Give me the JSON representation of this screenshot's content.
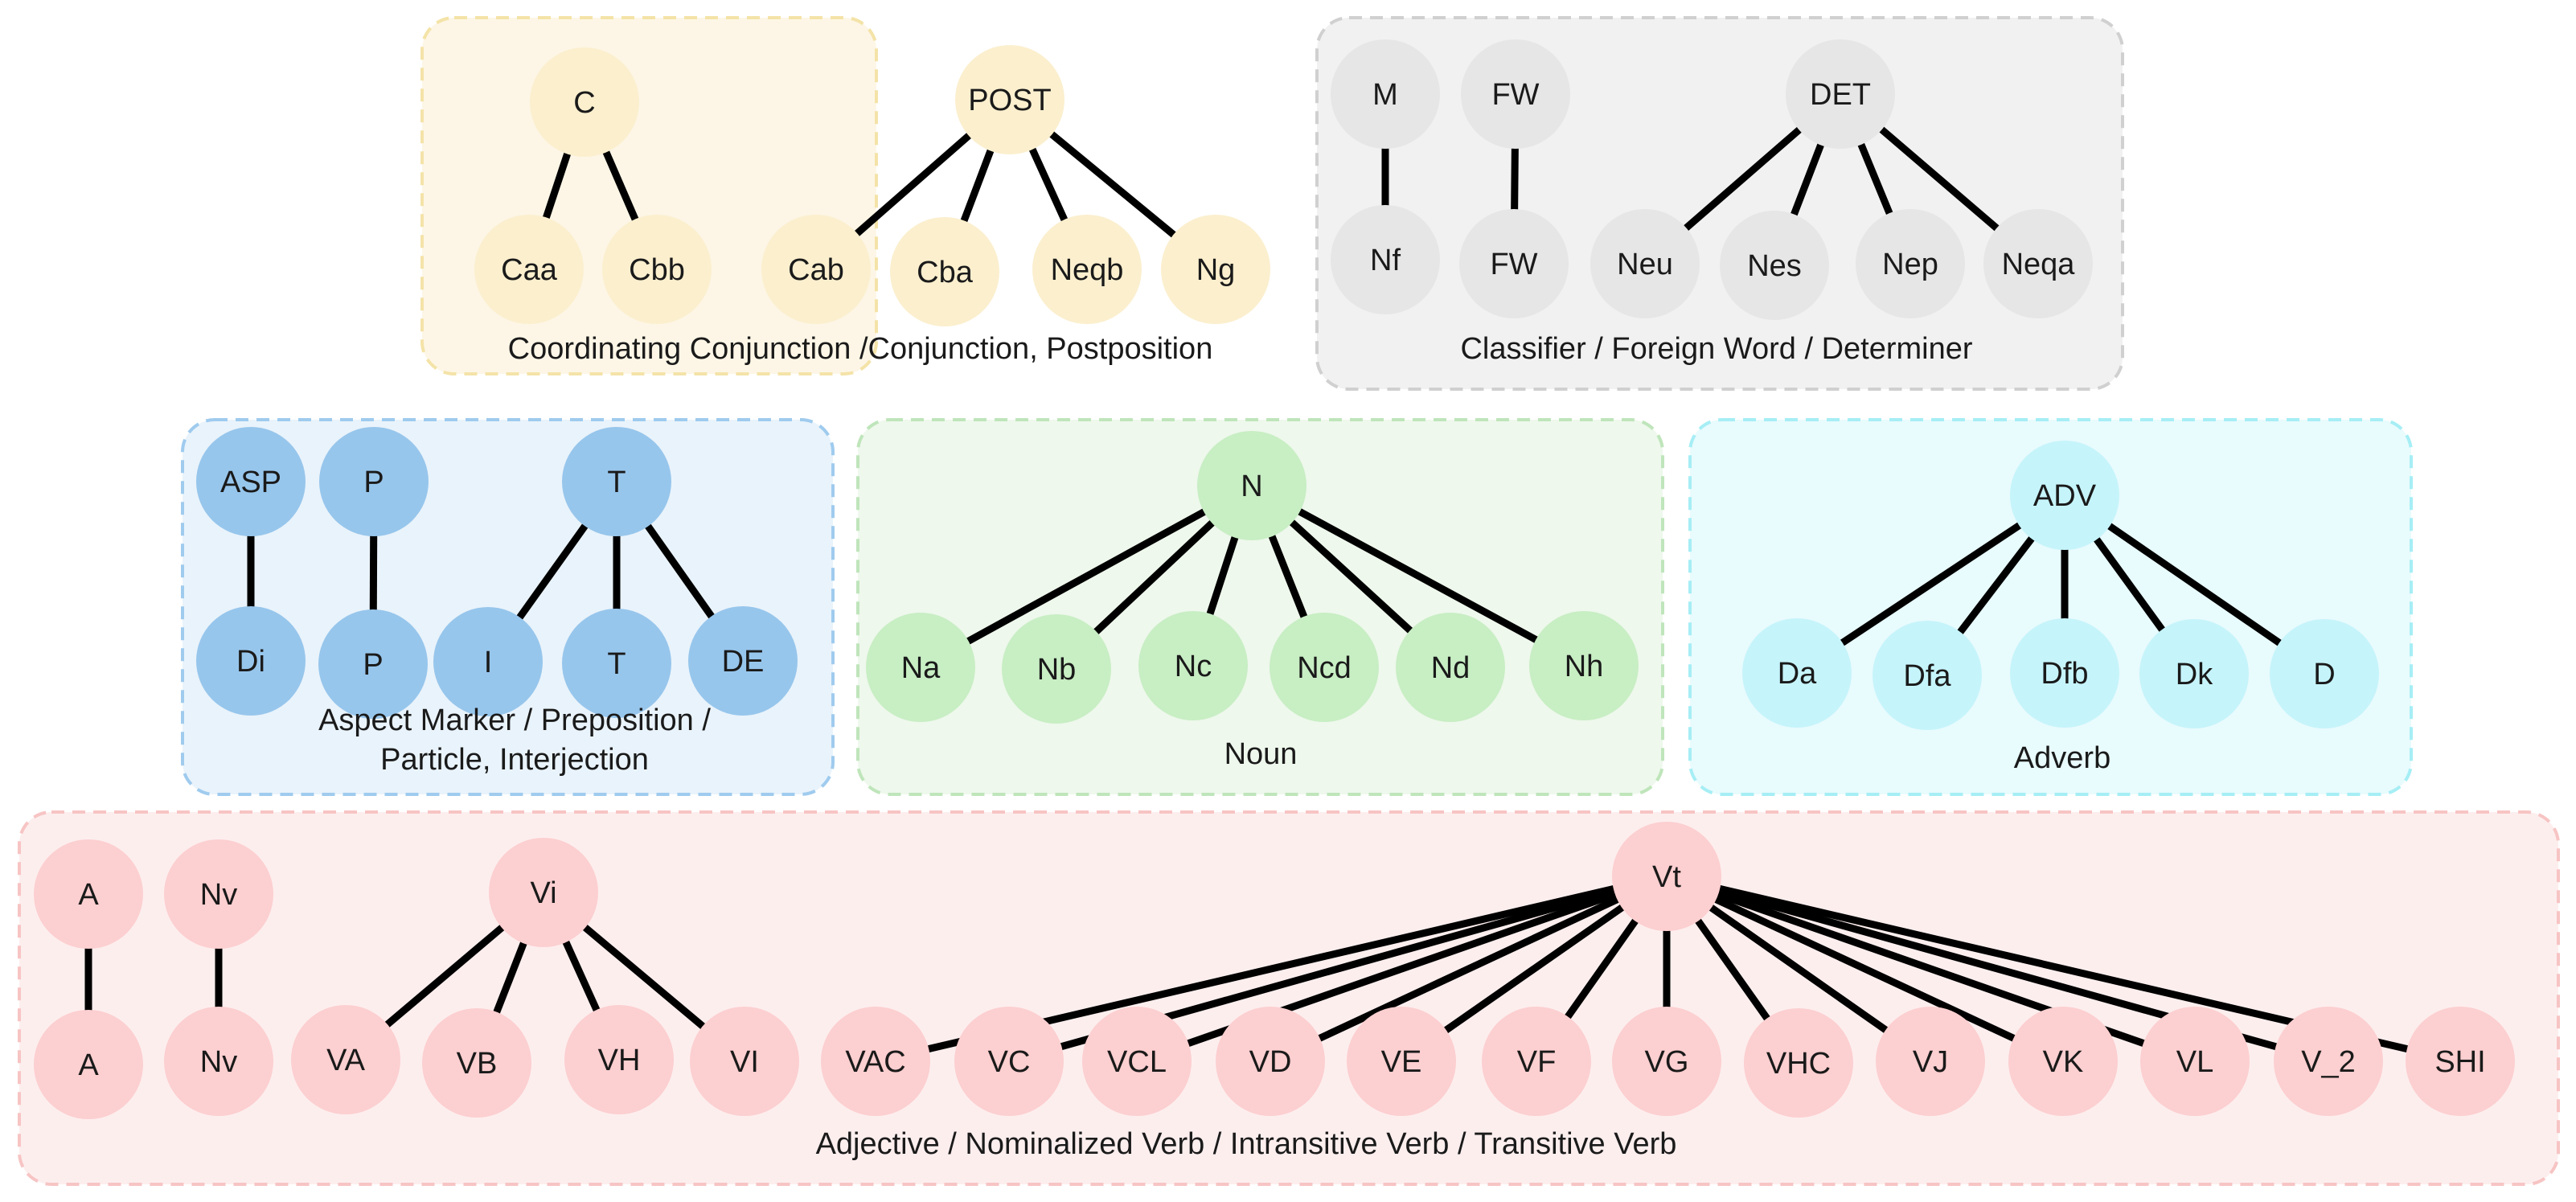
{
  "groups": [
    {
      "id": "conj",
      "caption_lines": [
        "Coordinating Conjunction /Conjunction, Postposition"
      ],
      "box_fill": "#fdf6e6",
      "box_stroke": "#f4e3a8",
      "node_fill": "#fbefce",
      "nodes": [
        {
          "id": "C",
          "label": "C"
        },
        {
          "id": "POST",
          "label": "POST"
        },
        {
          "id": "Caa",
          "label": "Caa"
        },
        {
          "id": "Cbb",
          "label": "Cbb"
        },
        {
          "id": "Cab",
          "label": "Cab"
        },
        {
          "id": "Cba",
          "label": "Cba"
        },
        {
          "id": "Neqb",
          "label": "Neqb"
        },
        {
          "id": "Ng",
          "label": "Ng"
        }
      ],
      "edges": [
        [
          "C",
          "Caa"
        ],
        [
          "C",
          "Cbb"
        ],
        [
          "POST",
          "Cab"
        ],
        [
          "POST",
          "Cba"
        ],
        [
          "POST",
          "Neqb"
        ],
        [
          "POST",
          "Ng"
        ]
      ]
    },
    {
      "id": "cls",
      "caption_lines": [
        "Classifier / Foreign Word / Determiner"
      ],
      "box_fill": "#f1f1f1",
      "box_stroke": "#d0d0d0",
      "node_fill": "#e6e6e6",
      "nodes": [
        {
          "id": "M",
          "label": "M"
        },
        {
          "id": "FW1",
          "label": "FW"
        },
        {
          "id": "DET",
          "label": "DET"
        },
        {
          "id": "Nf",
          "label": "Nf"
        },
        {
          "id": "FW2",
          "label": "FW"
        },
        {
          "id": "Neu",
          "label": "Neu"
        },
        {
          "id": "Nes",
          "label": "Nes"
        },
        {
          "id": "Nep",
          "label": "Nep"
        },
        {
          "id": "Neqa",
          "label": "Neqa"
        }
      ],
      "edges": [
        [
          "M",
          "Nf"
        ],
        [
          "FW1",
          "FW2"
        ],
        [
          "DET",
          "Neu"
        ],
        [
          "DET",
          "Nes"
        ],
        [
          "DET",
          "Nep"
        ],
        [
          "DET",
          "Neqa"
        ]
      ]
    },
    {
      "id": "asp",
      "caption_lines": [
        "Aspect Marker / Preposition /",
        "Particle, Interjection"
      ],
      "box_fill": "#e9f3fb",
      "box_stroke": "#9fcbee",
      "node_fill": "#97c6ec",
      "nodes": [
        {
          "id": "ASP",
          "label": "ASP"
        },
        {
          "id": "P1",
          "label": "P"
        },
        {
          "id": "T1",
          "label": "T"
        },
        {
          "id": "Di",
          "label": "Di"
        },
        {
          "id": "P2",
          "label": "P"
        },
        {
          "id": "I",
          "label": "I"
        },
        {
          "id": "T2",
          "label": "T"
        },
        {
          "id": "DE",
          "label": "DE"
        }
      ],
      "edges": [
        [
          "ASP",
          "Di"
        ],
        [
          "P1",
          "P2"
        ],
        [
          "T1",
          "I"
        ],
        [
          "T1",
          "T2"
        ],
        [
          "T1",
          "DE"
        ]
      ]
    },
    {
      "id": "noun",
      "caption_lines": [
        "Noun"
      ],
      "box_fill": "#eef8ec",
      "box_stroke": "#bfe5bb",
      "node_fill": "#c8eec4",
      "nodes": [
        {
          "id": "N",
          "label": "N"
        },
        {
          "id": "Na",
          "label": "Na"
        },
        {
          "id": "Nb",
          "label": "Nb"
        },
        {
          "id": "Nc",
          "label": "Nc"
        },
        {
          "id": "Ncd",
          "label": "Ncd"
        },
        {
          "id": "Nd",
          "label": "Nd"
        },
        {
          "id": "Nh",
          "label": "Nh"
        }
      ],
      "edges": [
        [
          "N",
          "Na"
        ],
        [
          "N",
          "Nb"
        ],
        [
          "N",
          "Nc"
        ],
        [
          "N",
          "Ncd"
        ],
        [
          "N",
          "Nd"
        ],
        [
          "N",
          "Nh"
        ]
      ]
    },
    {
      "id": "adv",
      "caption_lines": [
        "Adverb"
      ],
      "box_fill": "#e8fbfd",
      "box_stroke": "#a6eef5",
      "node_fill": "#c6f4fb",
      "nodes": [
        {
          "id": "ADV",
          "label": "ADV"
        },
        {
          "id": "Da",
          "label": "Da"
        },
        {
          "id": "Dfa",
          "label": "Dfa"
        },
        {
          "id": "Dfb",
          "label": "Dfb"
        },
        {
          "id": "Dk",
          "label": "Dk"
        },
        {
          "id": "D",
          "label": "D"
        }
      ],
      "edges": [
        [
          "ADV",
          "Da"
        ],
        [
          "ADV",
          "Dfa"
        ],
        [
          "ADV",
          "Dfb"
        ],
        [
          "ADV",
          "Dk"
        ],
        [
          "ADV",
          "D"
        ]
      ]
    },
    {
      "id": "verb",
      "caption_lines": [
        "Adjective / Nominalized Verb / Intransitive Verb / Transitive Verb"
      ],
      "box_fill": "#fdeeee",
      "box_stroke": "#f7c4c4",
      "node_fill": "#fccfd0",
      "nodes": [
        {
          "id": "A1",
          "label": "A"
        },
        {
          "id": "Nv1",
          "label": "Nv"
        },
        {
          "id": "Vi",
          "label": "Vi"
        },
        {
          "id": "Vt",
          "label": "Vt"
        },
        {
          "id": "A2",
          "label": "A"
        },
        {
          "id": "Nv2",
          "label": "Nv"
        },
        {
          "id": "VA",
          "label": "VA"
        },
        {
          "id": "VB",
          "label": "VB"
        },
        {
          "id": "VH",
          "label": "VH"
        },
        {
          "id": "VI",
          "label": "VI"
        },
        {
          "id": "VAC",
          "label": "VAC"
        },
        {
          "id": "VC",
          "label": "VC"
        },
        {
          "id": "VCL",
          "label": "VCL"
        },
        {
          "id": "VD",
          "label": "VD"
        },
        {
          "id": "VE",
          "label": "VE"
        },
        {
          "id": "VF",
          "label": "VF"
        },
        {
          "id": "VG",
          "label": "VG"
        },
        {
          "id": "VHC",
          "label": "VHC"
        },
        {
          "id": "VJ",
          "label": "VJ"
        },
        {
          "id": "VK",
          "label": "VK"
        },
        {
          "id": "VL",
          "label": "VL"
        },
        {
          "id": "V_2",
          "label": "V_2"
        },
        {
          "id": "SHI",
          "label": "SHI"
        }
      ],
      "edges": [
        [
          "A1",
          "A2"
        ],
        [
          "Nv1",
          "Nv2"
        ],
        [
          "Vi",
          "VA"
        ],
        [
          "Vi",
          "VB"
        ],
        [
          "Vi",
          "VH"
        ],
        [
          "Vi",
          "VI"
        ],
        [
          "Vt",
          "VAC"
        ],
        [
          "Vt",
          "VC"
        ],
        [
          "Vt",
          "VCL"
        ],
        [
          "Vt",
          "VD"
        ],
        [
          "Vt",
          "VE"
        ],
        [
          "Vt",
          "VF"
        ],
        [
          "Vt",
          "VG"
        ],
        [
          "Vt",
          "VHC"
        ],
        [
          "Vt",
          "VJ"
        ],
        [
          "Vt",
          "VK"
        ],
        [
          "Vt",
          "VL"
        ],
        [
          "Vt",
          "V_2"
        ],
        [
          "Vt",
          "SHI"
        ]
      ]
    }
  ]
}
